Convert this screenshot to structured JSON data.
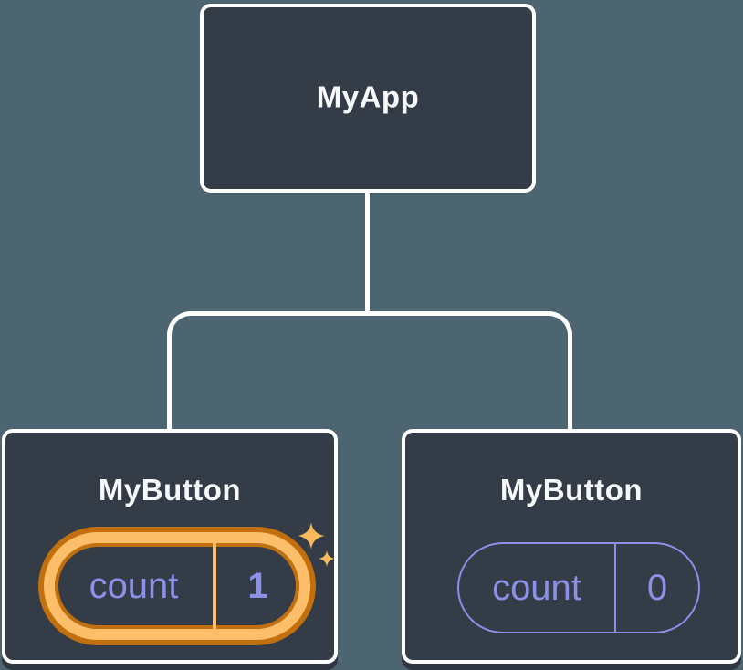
{
  "tree": {
    "root": {
      "label": "MyApp"
    },
    "children": [
      {
        "label": "MyButton",
        "state": {
          "name": "count",
          "value": "1"
        },
        "highlighted": true
      },
      {
        "label": "MyButton",
        "state": {
          "name": "count",
          "value": "0"
        },
        "highlighted": false
      }
    ]
  },
  "icons": {
    "sparkle_large": "four-point-star",
    "sparkle_small": "four-point-star"
  },
  "colors": {
    "background": "#4d6570",
    "node_fill": "#343c48",
    "node_border": "#ffffff",
    "node_shadow": "#2e3642",
    "node_text": "#f7f8fa",
    "connector": "#ffffff",
    "state_text": "#8b90e8",
    "state_border": "#8b90e8",
    "highlight_ring_dark": "#c2700d",
    "highlight_ring_light": "#fcbe68",
    "sparkle": "#f9ba5e"
  }
}
